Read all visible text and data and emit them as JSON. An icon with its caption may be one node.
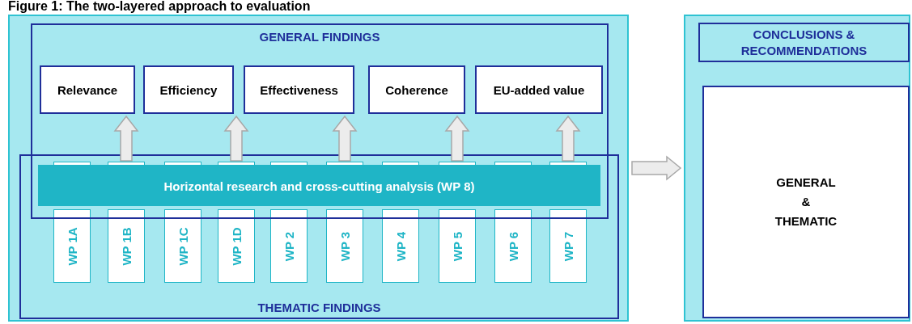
{
  "diagram": {
    "title": "Figure 1: The two-layered approach to evaluation",
    "nodes": [
      {
        "text": [],
        "shape": "box"
      },
      {
        "text": [
          "GENERAL FINDINGS"
        ],
        "in": 0
      },
      {
        "text": [
          "Relevance"
        ],
        "in": 1
      },
      {
        "text": [
          "Efficiency"
        ],
        "in": 1
      },
      {
        "text": [
          "Effectiveness"
        ],
        "in": 1
      },
      {
        "text": [
          "Coherence"
        ],
        "in": 1
      },
      {
        "text": [
          "EU-added value"
        ],
        "in": 1
      },
      {
        "text": [
          "THEMATIC FINDINGS"
        ],
        "in": 0
      },
      {
        "text": [
          "Horizontal research and cross-cutting analysis (WP 8)"
        ]
      },
      {
        "text": [
          "WP 1A"
        ],
        "in": 7
      },
      {
        "text": [
          "WP 1B"
        ],
        "in": 7
      },
      {
        "text": [
          "WP 1C"
        ],
        "in": 7
      },
      {
        "text": [
          "WP 1D"
        ],
        "in": 7
      },
      {
        "text": [
          "WP 2"
        ],
        "in": 7
      },
      {
        "text": [
          "WP 3"
        ],
        "in": 7
      },
      {
        "text": [
          "WP 4"
        ],
        "in": 7
      },
      {
        "text": [
          "WP 5"
        ],
        "in": 7
      },
      {
        "text": [
          "WP 6"
        ],
        "in": 7
      },
      {
        "text": [
          "WP 7"
        ],
        "in": 7
      },
      {
        "text": [],
        "shape": "box"
      },
      {
        "text": [
          "CONCLUSIONS & RECOMMENDATIONS"
        ],
        "in": 19
      },
      {
        "text": [
          "GENERAL & THEMATIC"
        ],
        "in": 19
      }
    ],
    "edges": [
      {
        "from": 10,
        "to": 2,
        "arrow": "to"
      },
      {
        "from": 12,
        "to": 3,
        "arrow": "to"
      },
      {
        "from": 14,
        "to": 4,
        "arrow": "to"
      },
      {
        "from": 16,
        "to": 5,
        "arrow": "to"
      },
      {
        "from": 18,
        "to": 6,
        "arrow": "to"
      },
      {
        "from": 0,
        "to": 19,
        "arrow": "to"
      }
    ]
  }
}
